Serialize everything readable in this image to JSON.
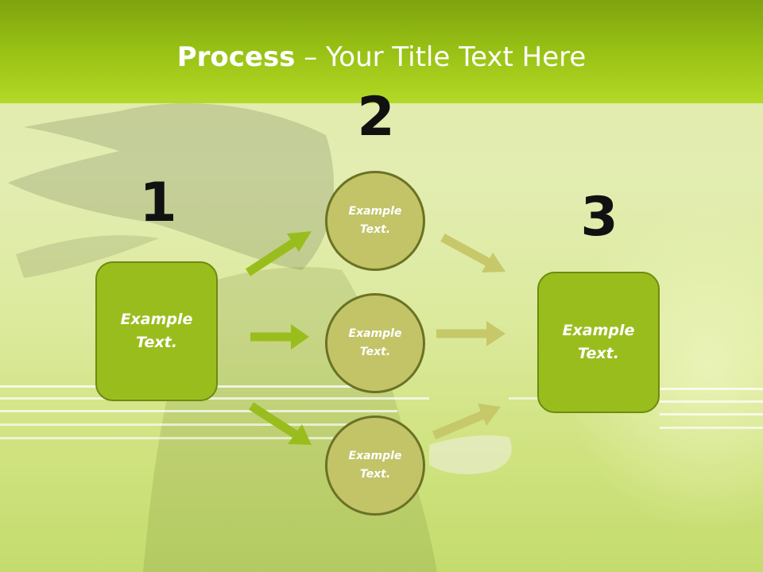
{
  "slide": {
    "title_bold": "Process",
    "title_rest": " – Your Title Text Here"
  },
  "steps": {
    "one": {
      "number": "1",
      "box_text": "Example Text."
    },
    "two": {
      "number": "2",
      "circles": [
        "Example Text.",
        "Example Text.",
        "Example Text."
      ]
    },
    "three": {
      "number": "3",
      "box_text": "Example Text."
    }
  },
  "colors": {
    "header": "#96bf14",
    "box_fill": "#9abd1e",
    "circle_fill": "#c2c467",
    "arrow_green": "#9abd1e",
    "arrow_olive": "#c6c86a"
  }
}
